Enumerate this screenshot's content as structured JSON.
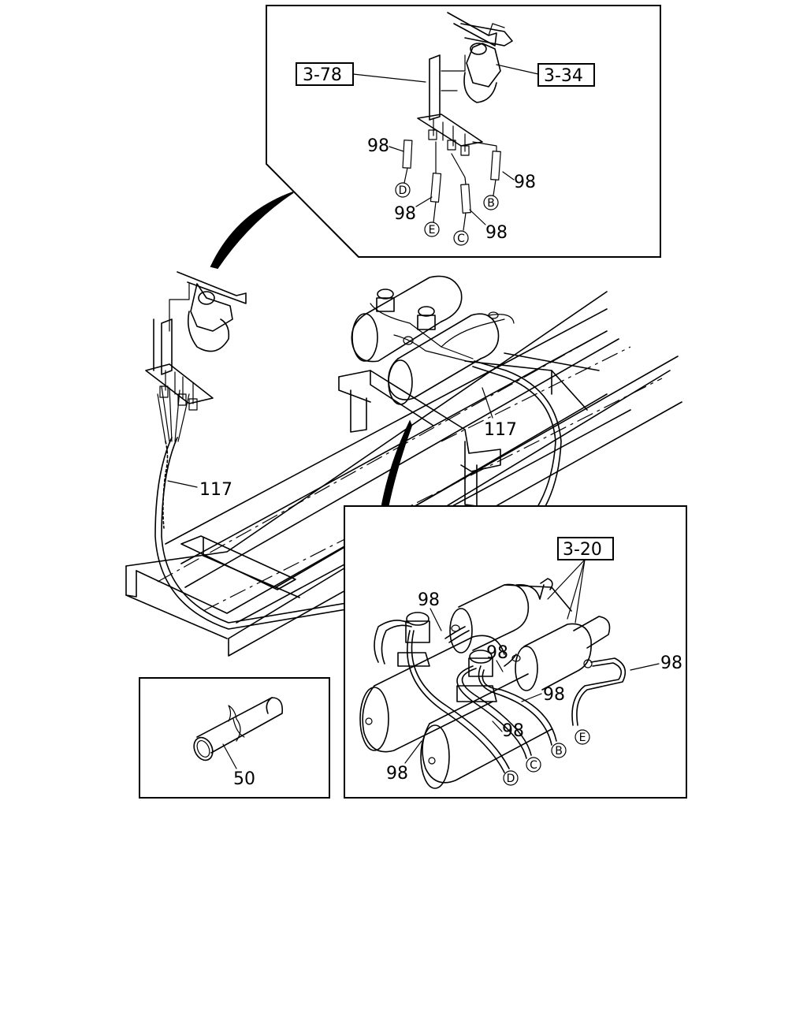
{
  "diagram": {
    "refs": {
      "r1": "3-78",
      "r2": "3-34",
      "r3": "3-20"
    },
    "parts": {
      "p98": "98",
      "p117": "117",
      "p50": "50"
    },
    "circles": {
      "b": "B",
      "c": "C",
      "d": "D",
      "e": "E"
    }
  }
}
